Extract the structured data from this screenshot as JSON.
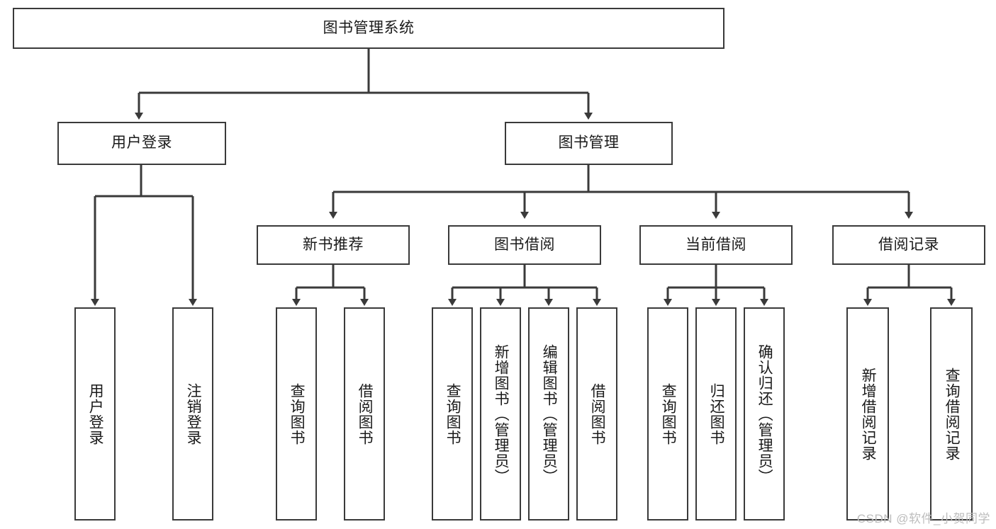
{
  "diagram": {
    "title": "图书管理系统",
    "type": "functional-structure-tree",
    "watermark": "CSDN @软件_小贺同学",
    "colors": {
      "border": "#3a3a3a",
      "background": "#ffffff",
      "text": "#1a1a1a",
      "watermark": "#bdbdbd"
    },
    "root": {
      "label": "图书管理系统"
    },
    "level2": [
      {
        "label": "用户登录"
      },
      {
        "label": "图书管理"
      }
    ],
    "level3": [
      {
        "label": "新书推荐"
      },
      {
        "label": "图书借阅"
      },
      {
        "label": "当前借阅"
      },
      {
        "label": "借阅记录"
      }
    ],
    "leaves": {
      "user_login": [
        {
          "label": "用户登录"
        },
        {
          "label": "注销登录"
        }
      ],
      "new_book_recommend": [
        {
          "label": "查询图书"
        },
        {
          "label": "借阅图书"
        }
      ],
      "book_borrow": [
        {
          "label": "查询图书"
        },
        {
          "label": "新增图书（管理员）"
        },
        {
          "label": "编辑图书（管理员）"
        },
        {
          "label": "借阅图书"
        }
      ],
      "current_borrow": [
        {
          "label": "查询图书"
        },
        {
          "label": "归还图书"
        },
        {
          "label": "确认归还（管理员）"
        }
      ],
      "borrow_record": [
        {
          "label": "新增借阅记录"
        },
        {
          "label": "查询借阅记录"
        }
      ]
    }
  }
}
